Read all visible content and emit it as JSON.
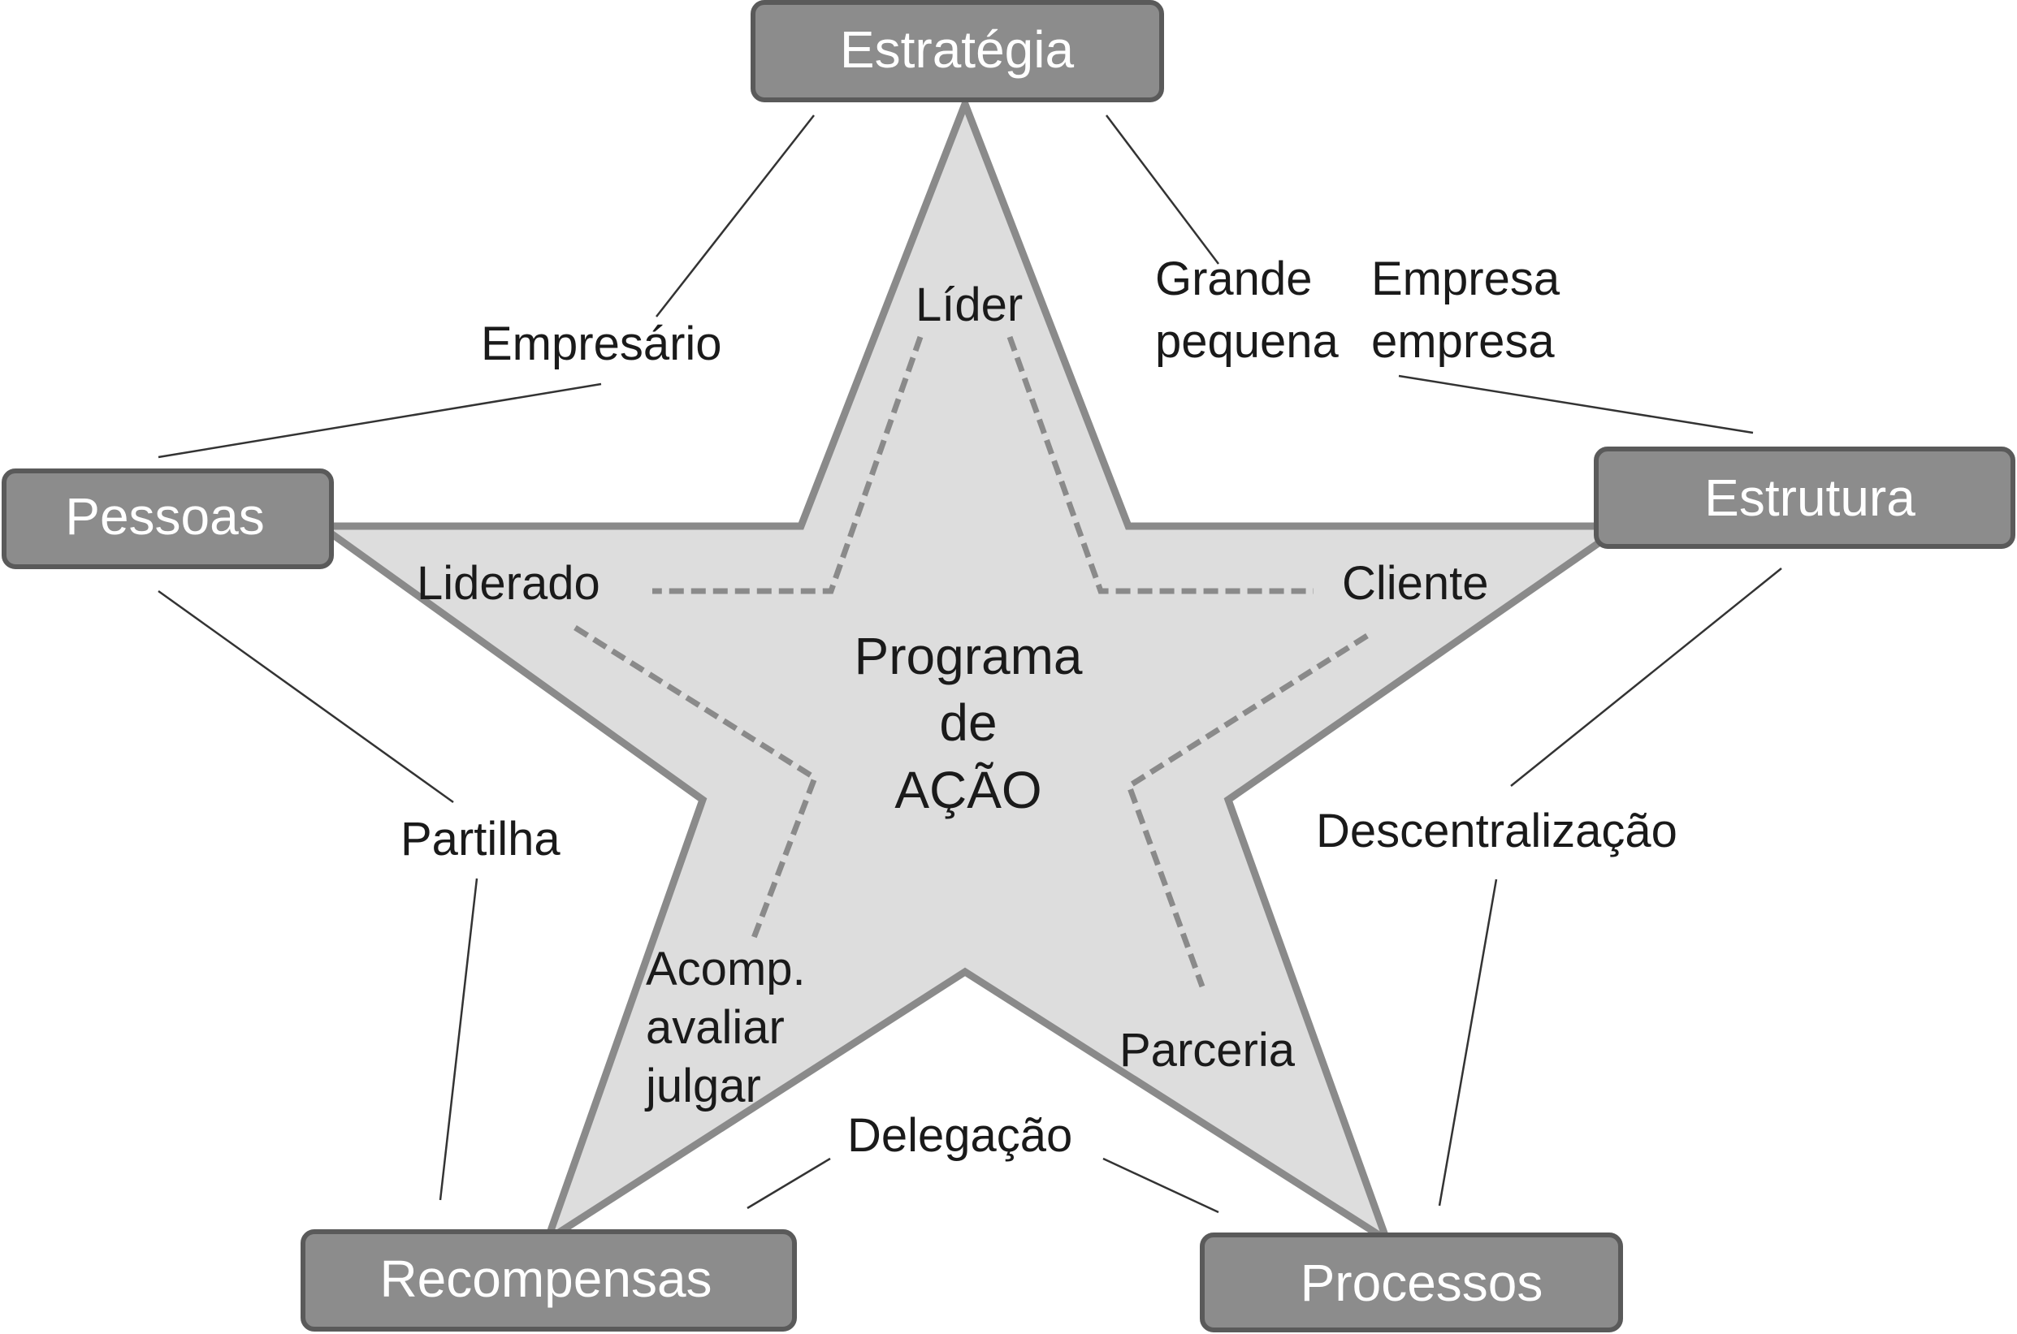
{
  "boxes": {
    "estrategia": "Estratégia",
    "pessoas": "Pessoas",
    "estrutura": "Estrutura",
    "recompensas": "Recompensas",
    "processos": "Processos"
  },
  "center": {
    "line1": "Programa",
    "line2": "de",
    "line3": "AÇÃO"
  },
  "inner_labels": {
    "lider": "Líder",
    "liderado": "Liderado",
    "cliente": "Cliente",
    "acomp_line1": "Acomp.",
    "acomp_line2": "avaliar",
    "acomp_line3": "julgar",
    "parceria": "Parceria"
  },
  "outer_labels": {
    "empresario": "Empresário",
    "grande": "Grande",
    "pequena": "pequena",
    "empresa_line1": "Empresa",
    "empresa_line2": "empresa",
    "partilha": "Partilha",
    "descentralizacao": "Descentralização",
    "delegacao": "Delegação"
  },
  "colors": {
    "box_fill": "#8c8c8c",
    "star_fill": "#dddddd",
    "star_stroke": "#8a8a8a"
  }
}
